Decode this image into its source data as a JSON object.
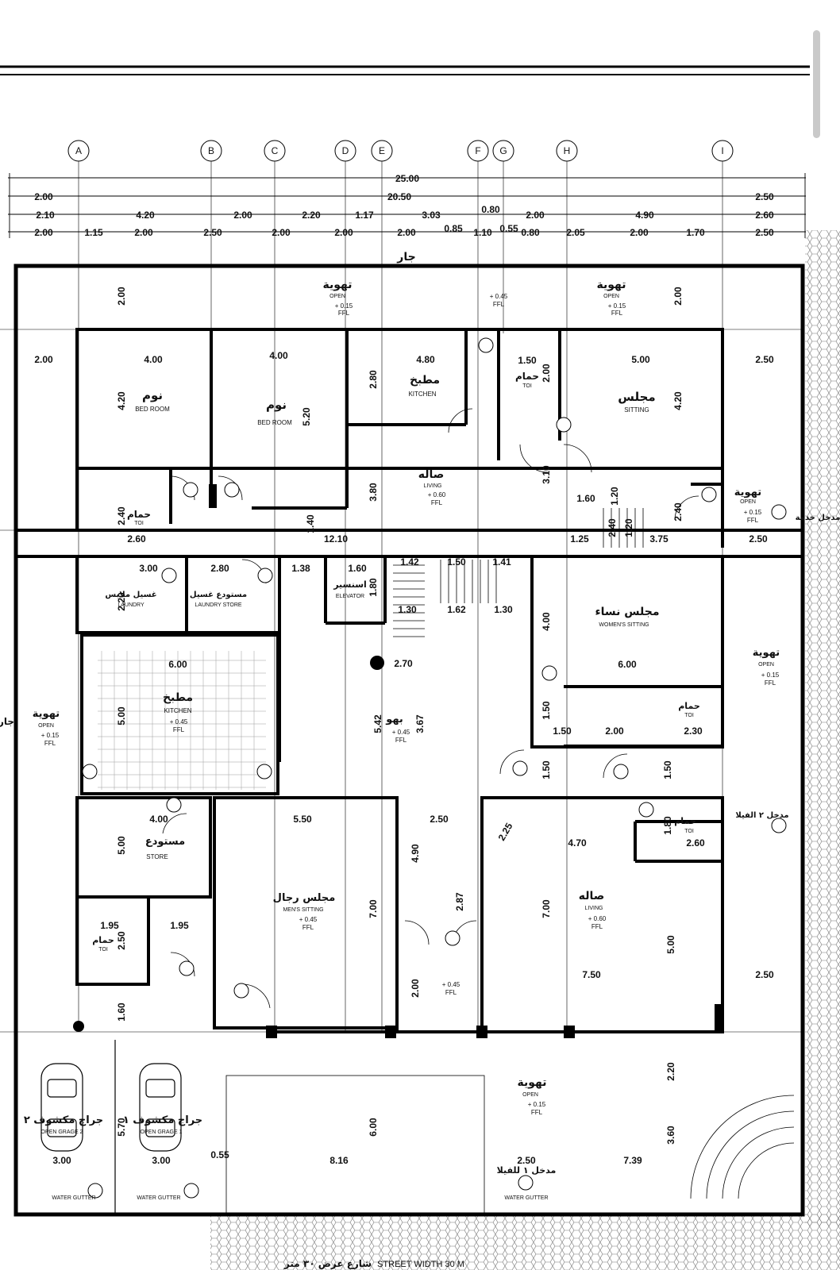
{
  "grid_labels": [
    "A",
    "B",
    "C",
    "D",
    "E",
    "F",
    "G",
    "H",
    "I"
  ],
  "dimensions": {
    "overall": "25.00",
    "row2": [
      "2.00",
      "20.50",
      "2.50"
    ],
    "row3": [
      "2.10",
      "4.20",
      "2.00",
      "2.20",
      "1.17",
      "3.03",
      "0.80",
      "2.00",
      "4.90",
      "2.60"
    ],
    "row4": [
      "2.00",
      "1.15",
      "2.00",
      "2.50",
      "2.00",
      "2.00",
      "2.00",
      "0.85",
      "1.10",
      "0.55",
      "0.80",
      "2.05",
      "2.00",
      "1.70",
      "2.50"
    ],
    "row5_extra": "0.55"
  },
  "rooms": {
    "neighbor": "جار",
    "vent_top_left": {
      "ar": "تهوية",
      "en": "OPEN",
      "level": "+ 0.15",
      "ffl": "FFL"
    },
    "vent_top_right": {
      "ar": "تهوية",
      "en": "OPEN",
      "level": "+ 0.15",
      "ffl": "FFL"
    },
    "top_center_level": "+ 0.45",
    "top_center_ffl": "FFL",
    "bedroom1": {
      "ar": "نوم",
      "en": "BED ROOM"
    },
    "bedroom2": {
      "ar": "نوم",
      "en": "BED ROOM"
    },
    "kitchen_upper": {
      "ar": "مطبخ",
      "en": "KITCHEN"
    },
    "bath_upper_small": {
      "ar": "حمام",
      "en": "TOI"
    },
    "sitting": {
      "ar": "مجلس",
      "en": "SITTING"
    },
    "bath_left": {
      "ar": "حمام",
      "en": "TOI"
    },
    "living_upper": {
      "ar": "صاله",
      "en": "LIVING",
      "level": "+ 0.60",
      "ffl": "FFL"
    },
    "vent_right_upper": {
      "ar": "تهوية",
      "en": "OPEN",
      "level": "+ 0.15",
      "ffl": "FFL"
    },
    "service_entry": "مدخل خدمة",
    "laundry": {
      "ar": "غسيل ملابس",
      "en": "LAUNDRY"
    },
    "laundry_store": {
      "ar": "مستودع غسيل",
      "en": "LAUNDRY STORE"
    },
    "elevator": {
      "ar": "اسنسير",
      "en": "ELEVATOR"
    },
    "womens_sitting": {
      "ar": "مجلس نساء",
      "en": "WOMEN'S SITTING"
    },
    "vent_right_mid": {
      "ar": "تهوية",
      "en": "OPEN",
      "level": "+ 0.15",
      "ffl": "FFL"
    },
    "vent_left": {
      "ar": "تهوية",
      "en": "OPEN",
      "level": "+ 0.15",
      "ffl": "FFL"
    },
    "kitchen_main": {
      "ar": "مطبخ",
      "en": "KITCHEN",
      "level": "+ 0.45",
      "ffl": "FFL"
    },
    "hall": {
      "ar": "بهو",
      "level": "+ 0.45",
      "ffl": "FFL"
    },
    "bath_right": {
      "ar": "حمام",
      "en": "TOI"
    },
    "store": {
      "ar": "مستودع",
      "en": "STORE"
    },
    "mens_sitting": {
      "ar": "مجلس رجال",
      "en": "MEN'S SITTING",
      "level": "+ 0.45",
      "ffl": "FFL"
    },
    "entrance2": "مدخل ٢ الفيلا",
    "bath_right_lower": {
      "ar": "حمام",
      "en": "TOI"
    },
    "living_lower": {
      "ar": "صاله",
      "en": "LIVING",
      "level": "+ 0.60",
      "ffl": "FFL"
    },
    "bath_left_lower": {
      "ar": "حمام",
      "en": "TOI"
    },
    "foyer_level": "+ 0.45",
    "foyer_ffl": "FFL",
    "vent_bottom": {
      "ar": "تهوية",
      "en": "OPEN",
      "level": "+ 0.15",
      "ffl": "FFL"
    },
    "garage1": {
      "ar": "جراج مكشوف ١",
      "en": "OPEN GRAGE 1"
    },
    "garage2": {
      "ar": "جراج مكشوف ٢",
      "en": "OPEN GRAGE 2"
    },
    "entrance1": "مدخل ١ للفيلا",
    "water_gutter": "WATER GUTTER",
    "street": "شارع عرض ٣٠ متر",
    "street_en": "STREET WIDTH 30 M",
    "side_neighbor": "جار"
  },
  "interior_dims": {
    "bed1_w": "4.00",
    "bed2_w": "4.00",
    "kitchen_w": "4.80",
    "sitting_w": "5.00",
    "side_left": "2.00",
    "side_right": "2.50",
    "bed_h": "4.20",
    "sit_h": "4.20",
    "bed2_h": "5.20",
    "kit_h": "2.80",
    "top_left_h": "2.00",
    "top_right_h": "2.00",
    "hall_upper": "12.10",
    "u1": "2.60",
    "u2": "1.25",
    "u3": "3.75",
    "u4": "2.50",
    "u5": "2.40",
    "u6": "1.40",
    "u7": "3.80",
    "u8": "1.50",
    "u9": "2.00",
    "u10": "3.10",
    "u11": "1.60",
    "u12": "1.20",
    "u13": "2.40",
    "u14": "2.40",
    "u15": "1.20",
    "m1": "3.00",
    "m2": "2.80",
    "m3": "1.38",
    "m4": "1.60",
    "m5": "1.42",
    "m6": "1.50",
    "m7": "1.41",
    "m8": "1.80",
    "m9": "1.30",
    "m10": "1.62",
    "m11": "1.30",
    "m12": "2.20",
    "m13": "6.00",
    "m14": "4.00",
    "m15": "6.00",
    "m16": "2.70",
    "m17": "5.42",
    "m18": "3.67",
    "m19": "5.00",
    "m20": "1.50",
    "m21": "1.50",
    "m22": "2.00",
    "m23": "2.30",
    "m24": "1.50",
    "m25": "1.50",
    "l1": "4.00",
    "l2": "5.50",
    "l3": "2.50",
    "l4": "2.25",
    "l5": "4.70",
    "l6": "2.60",
    "l7": "5.00",
    "l8": "4.90",
    "l9": "1.80",
    "l10": "1.95",
    "l11": "1.95",
    "l12": "2.50",
    "l13": "7.00",
    "l14": "2.87",
    "l15": "7.00",
    "l16": "7.50",
    "l17": "2.50",
    "l18": "5.00",
    "l19": "2.00",
    "l20": "1.60",
    "b1": "5.70",
    "b2": "3.00",
    "b3": "3.00",
    "b4": "0.55",
    "b5": "8.16",
    "b6": "6.00",
    "b7": "2.50",
    "b8": "7.39",
    "b9": "2.20",
    "b10": "3.60"
  }
}
